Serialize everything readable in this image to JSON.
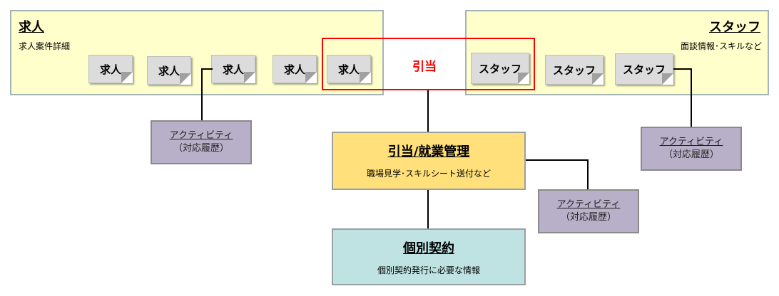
{
  "job_panel": {
    "title": "求人",
    "subtitle": "求人案件詳細",
    "notes": [
      "求人",
      "求人",
      "求人",
      "求人",
      "求人"
    ]
  },
  "staff_panel": {
    "title": "スタッフ",
    "subtitle": "面談情報･スキルなど",
    "notes": [
      "スタッフ",
      "スタッフ",
      "スタッフ"
    ]
  },
  "match": {
    "label": "引当",
    "color": "#ff0000"
  },
  "activity": {
    "line1": "アクティビティ",
    "line2": "（対応履歴）"
  },
  "management": {
    "title": "引当/就業管理",
    "subtitle": "職場見学･スキルシート送付など",
    "color": "#ffe07a"
  },
  "contract": {
    "title": "個別契約",
    "subtitle": "個別契約発行に必要な情報",
    "color": "#bfe3e3"
  }
}
